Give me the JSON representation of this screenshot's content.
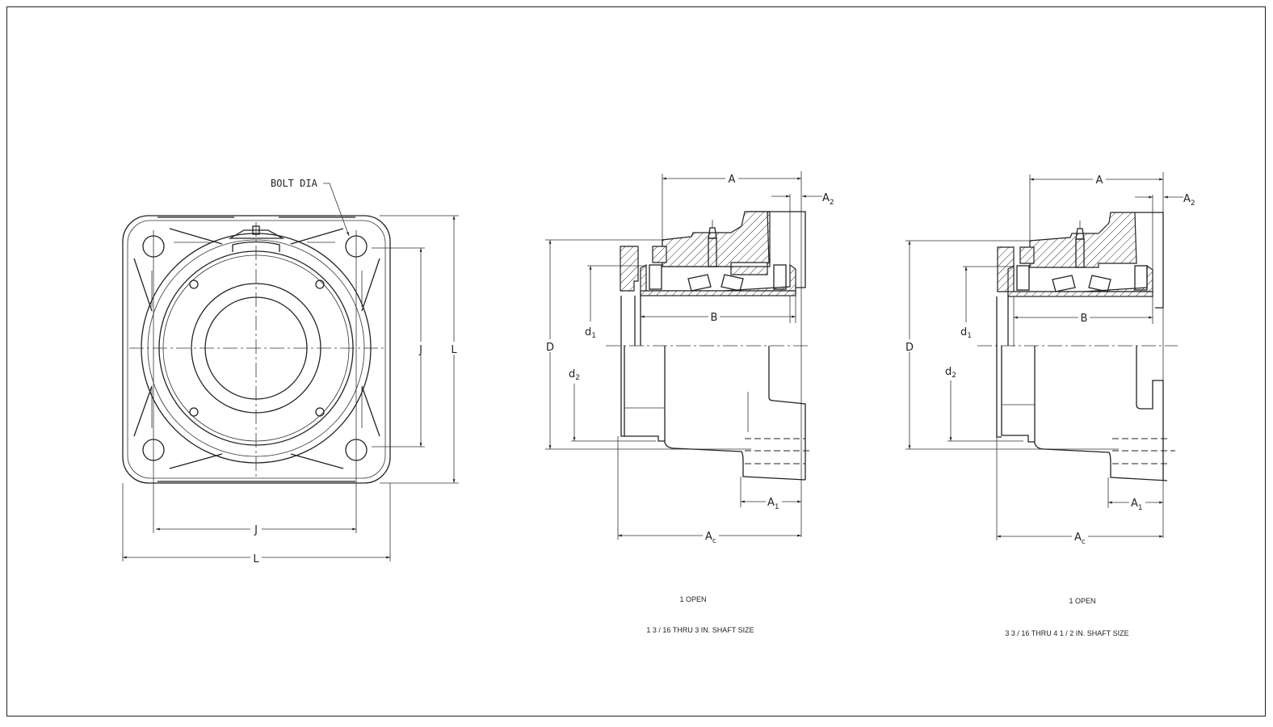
{
  "front_view": {
    "bolt_label": "BOLT DIA",
    "dim_j_horizontal": "J",
    "dim_l_horizontal": "L",
    "dim_j_vertical": "J",
    "dim_l_vertical": "L"
  },
  "side_views": [
    {
      "labels": {
        "A": "A",
        "A2": {
          "main": "A",
          "sub": "2"
        },
        "B": "B",
        "D": "D",
        "d1": {
          "main": "d",
          "sub": "1"
        },
        "d2": {
          "main": "d",
          "sub": "2"
        },
        "A1": {
          "main": "A",
          "sub": "1"
        },
        "Ac": {
          "main": "A",
          "sub": "c"
        }
      },
      "caption_type": "1 OPEN",
      "caption_size": "1 3 / 16 THRU 3 IN. SHAFT SIZE"
    },
    {
      "labels": {
        "A": "A",
        "A2": {
          "main": "A",
          "sub": "2"
        },
        "B": "B",
        "D": "D",
        "d1": {
          "main": "d",
          "sub": "1"
        },
        "d2": {
          "main": "d",
          "sub": "2"
        },
        "A1": {
          "main": "A",
          "sub": "1"
        },
        "Ac": {
          "main": "A",
          "sub": "c"
        }
      },
      "caption_type": "1 OPEN",
      "caption_size": "3 3 / 16 THRU  4 1 / 2  IN. SHAFT SIZE"
    }
  ]
}
